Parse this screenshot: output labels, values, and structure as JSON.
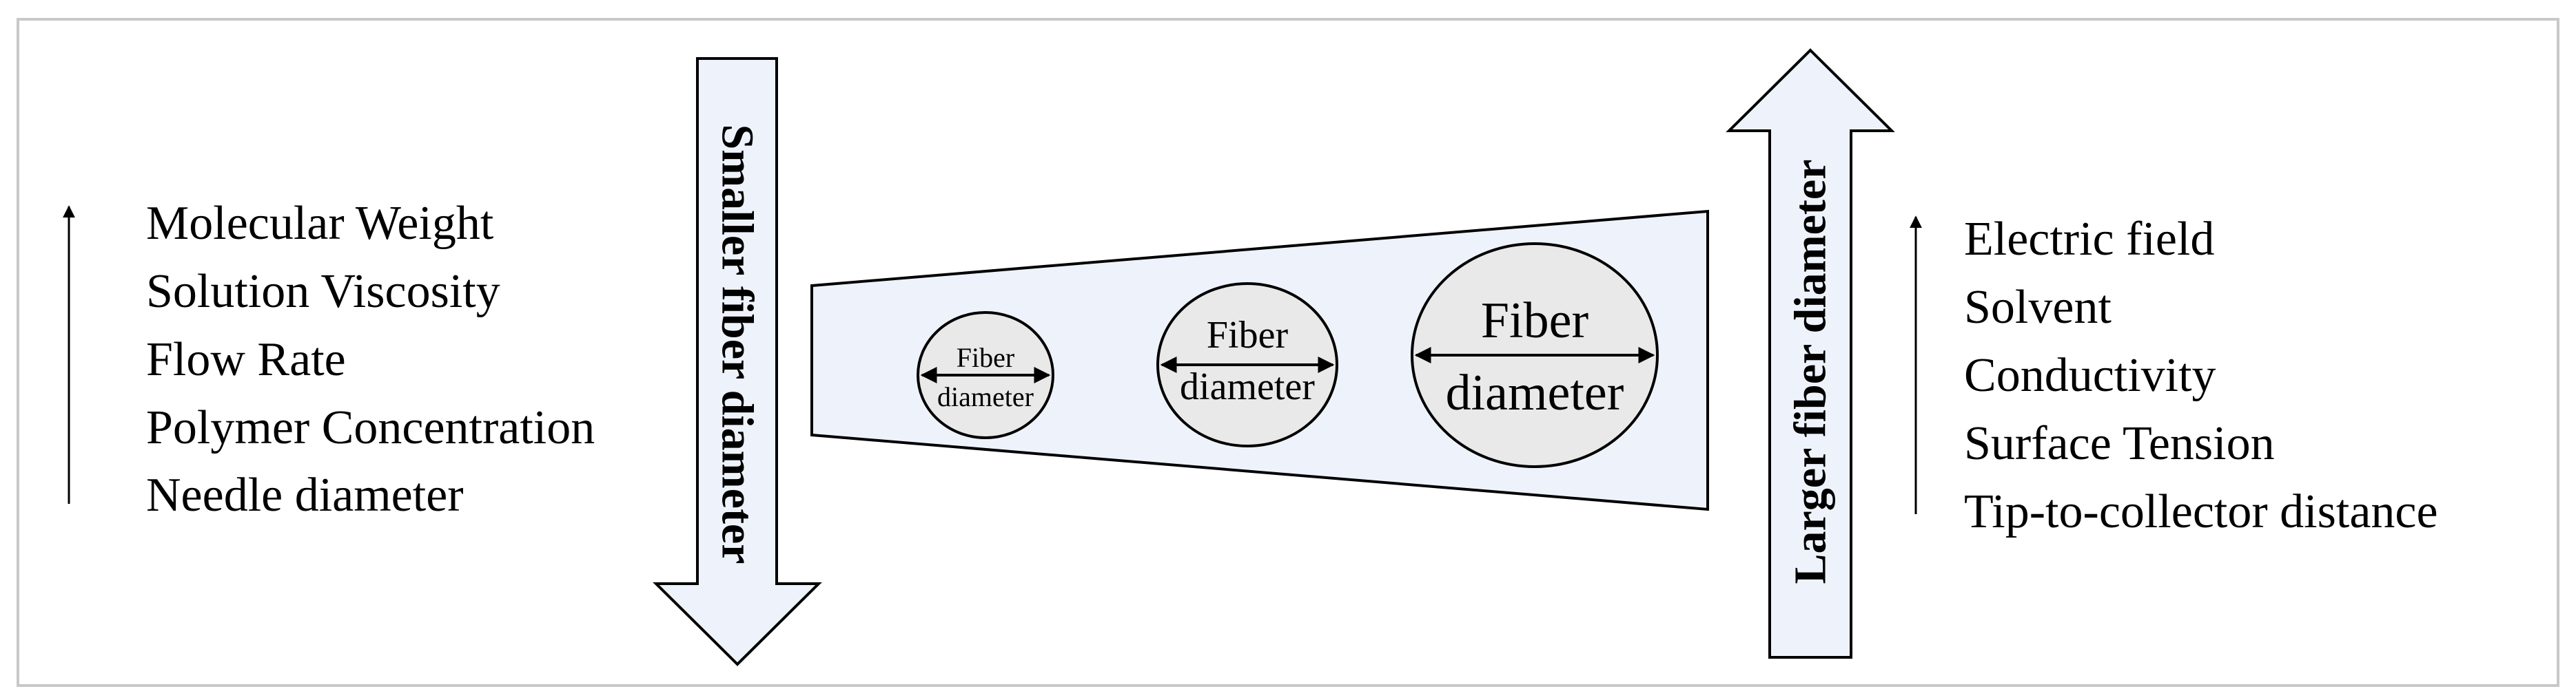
{
  "colors": {
    "frame": "#c8c8c8",
    "shape_fill": "#eef3fb",
    "circle_fill": "#e9e9e9",
    "stroke": "#000000",
    "text": "#000000"
  },
  "left_list": {
    "items": [
      "Molecular Weight",
      "Solution Viscosity",
      "Flow Rate",
      "Polymer Concentration",
      "Needle diameter"
    ]
  },
  "right_list": {
    "items": [
      "Electric field",
      "Solvent",
      "Conductivity",
      "Surface Tension",
      "Tip-to-collector distance"
    ]
  },
  "down_arrow": {
    "label": "Smaller fiber diameter"
  },
  "up_arrow": {
    "label": "Larger fiber diameter"
  },
  "fibers": [
    {
      "line1": "Fiber",
      "line2": "diameter"
    },
    {
      "line1": "Fiber",
      "line2": "diameter"
    },
    {
      "line1": "Fiber",
      "line2": "diameter"
    }
  ]
}
